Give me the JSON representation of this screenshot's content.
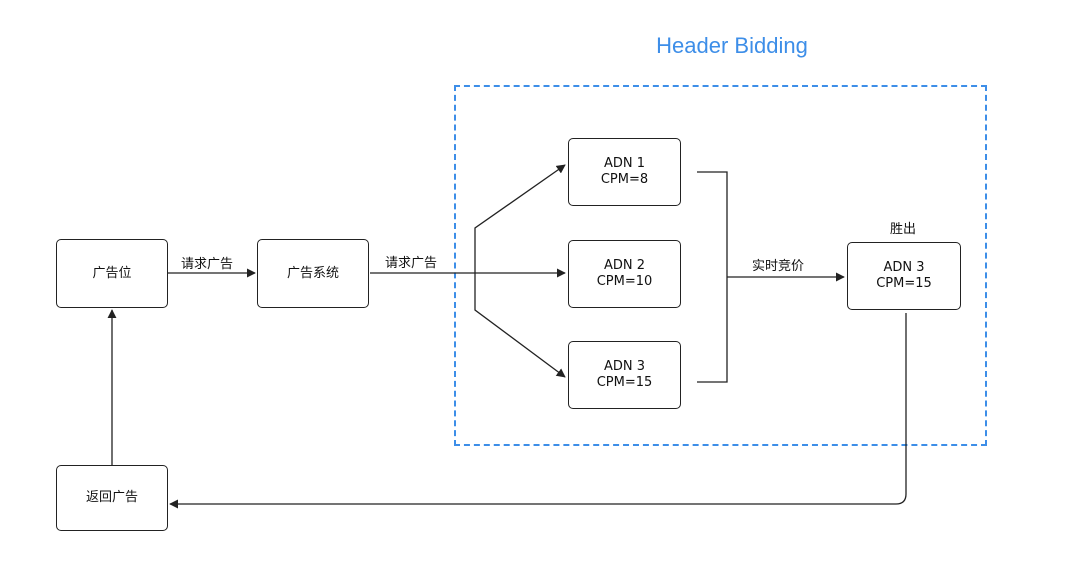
{
  "header_bidding": {
    "title": "Header Bidding"
  },
  "nodes": {
    "ad_slot": "广告位",
    "ad_system": "广告系统",
    "return_ad": "返回广告",
    "adn1": {
      "name": "ADN 1",
      "cpm": "CPM=8"
    },
    "adn2": {
      "name": "ADN 2",
      "cpm": "CPM=10"
    },
    "adn3": {
      "name": "ADN 3",
      "cpm": "CPM=15"
    },
    "winner": {
      "name": "ADN 3",
      "cpm": "CPM=15"
    }
  },
  "edge_labels": {
    "request_ad_1": "请求广告",
    "request_ad_2": "请求广告",
    "realtime_bidding": "实时竞价",
    "winner_label": "胜出"
  },
  "colors": {
    "accent": "#3d8ee8",
    "line": "#222222"
  }
}
